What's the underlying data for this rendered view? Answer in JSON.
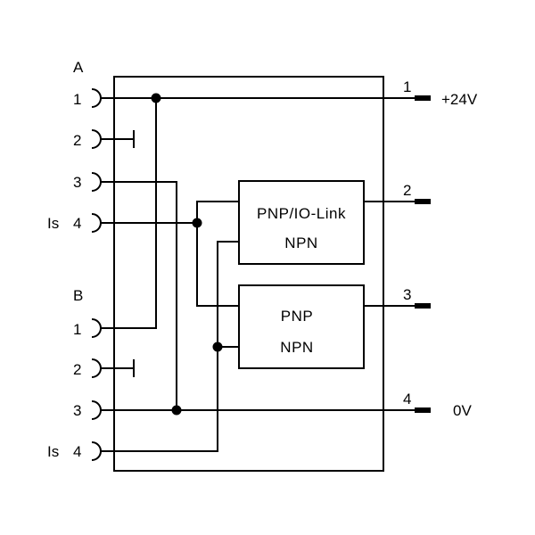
{
  "diagram": {
    "connector_a": {
      "name": "A",
      "pins": [
        {
          "num": "1",
          "prefix": ""
        },
        {
          "num": "2",
          "prefix": ""
        },
        {
          "num": "3",
          "prefix": ""
        },
        {
          "num": "4",
          "prefix": "Is"
        }
      ]
    },
    "connector_b": {
      "name": "B",
      "pins": [
        {
          "num": "1",
          "prefix": ""
        },
        {
          "num": "2",
          "prefix": ""
        },
        {
          "num": "3",
          "prefix": ""
        },
        {
          "num": "4",
          "prefix": "Is"
        }
      ]
    },
    "block_upper": {
      "line1": "PNP/IO-Link",
      "line2": "NPN"
    },
    "block_lower": {
      "line1": "PNP",
      "line2": "NPN"
    },
    "outputs": [
      {
        "num": "1",
        "signal": "+24V"
      },
      {
        "num": "2",
        "signal": ""
      },
      {
        "num": "3",
        "signal": ""
      },
      {
        "num": "4",
        "signal": "0V"
      }
    ]
  }
}
